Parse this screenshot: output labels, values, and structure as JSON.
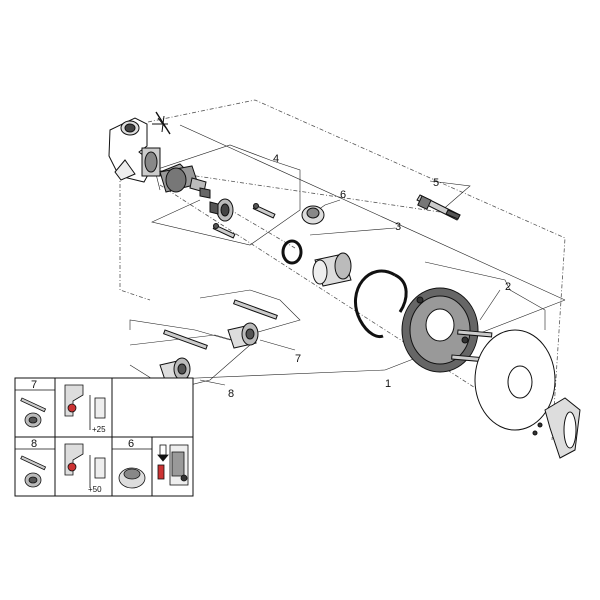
{
  "callouts": {
    "c1": "1",
    "c2": "2",
    "c3": "3",
    "c4": "4",
    "c5": "5",
    "c6": "6",
    "c7": "7",
    "c8": "8"
  },
  "table": {
    "r1_label": "7",
    "r1_dim": "+25",
    "r2_label_a": "8",
    "r2_label_b": "6",
    "r2_dim": "+50"
  }
}
